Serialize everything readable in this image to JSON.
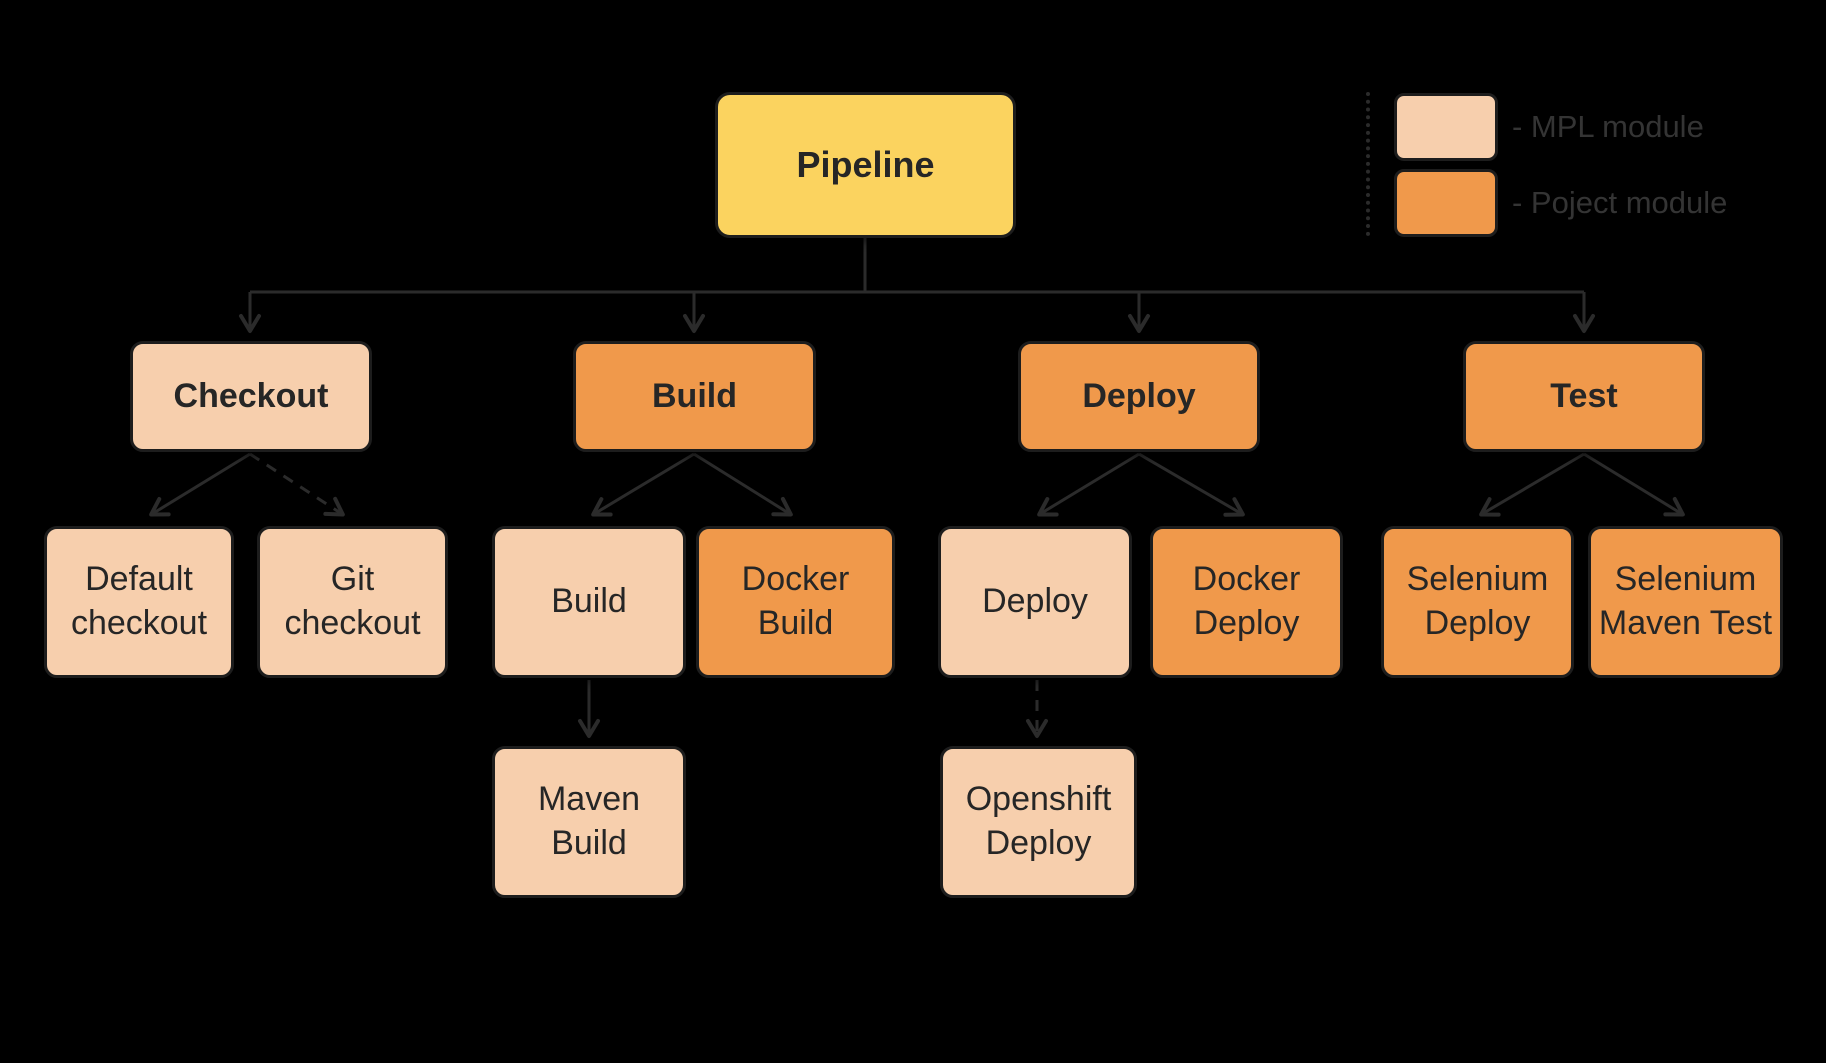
{
  "palette": {
    "bg": "#000000",
    "yellow": "#FBD35F",
    "peach": "#F7CFAD",
    "orange": "#F0994B",
    "border": "#1d1d1d",
    "line": "#2b2b2b",
    "ink": "#262626",
    "legendInk": "#343434"
  },
  "diagram": {
    "nodes": {
      "pipeline": "Pipeline",
      "checkout": "Checkout",
      "build": "Build",
      "deploy": "Deploy",
      "test": "Test",
      "default_checkout": "Default checkout",
      "git_checkout": "Git checkout",
      "build_step": "Build",
      "docker_build": "Docker Build",
      "deploy_step": "Deploy",
      "docker_deploy": "Docker Deploy",
      "selenium_deploy": "Selenium Deploy",
      "selenium_maven_test": "Selenium Maven Test",
      "maven_build": "Maven Build",
      "openshift_deploy": "Openshift Deploy"
    },
    "legend": {
      "mpl_label": "- MPL module",
      "project_label": "- Poject module",
      "mpl_swatch": "peach-rounded-rectangle",
      "project_swatch": "orange-rounded-rectangle"
    }
  }
}
